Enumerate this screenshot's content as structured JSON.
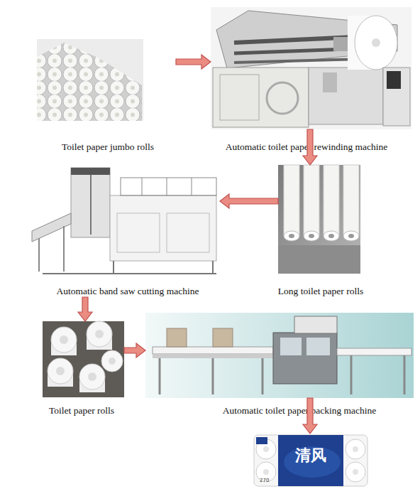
{
  "diagram": {
    "nodes": [
      {
        "text": [
          "Toilet paper jumbo rolls"
        ]
      },
      {
        "text": [
          "Automatic toilet paper rewinding machine"
        ]
      },
      {
        "text": [
          "Long toilet paper rolls"
        ]
      },
      {
        "text": [
          "Automatic band saw cutting machine"
        ]
      },
      {
        "text": [
          "Toilet paper rolls"
        ]
      },
      {
        "text": [
          "Automatic toilet paper packing machine"
        ]
      },
      {
        "text": [
          "清风",
          "270"
        ]
      }
    ],
    "edges": [
      {
        "from": 0,
        "to": 1,
        "arrow": "to"
      },
      {
        "from": 1,
        "to": 2,
        "arrow": "to"
      },
      {
        "from": 2,
        "to": 3,
        "arrow": "to"
      },
      {
        "from": 3,
        "to": 4,
        "arrow": "to"
      },
      {
        "from": 4,
        "to": 5,
        "arrow": "to"
      },
      {
        "from": 5,
        "to": 6,
        "arrow": "to"
      }
    ]
  }
}
